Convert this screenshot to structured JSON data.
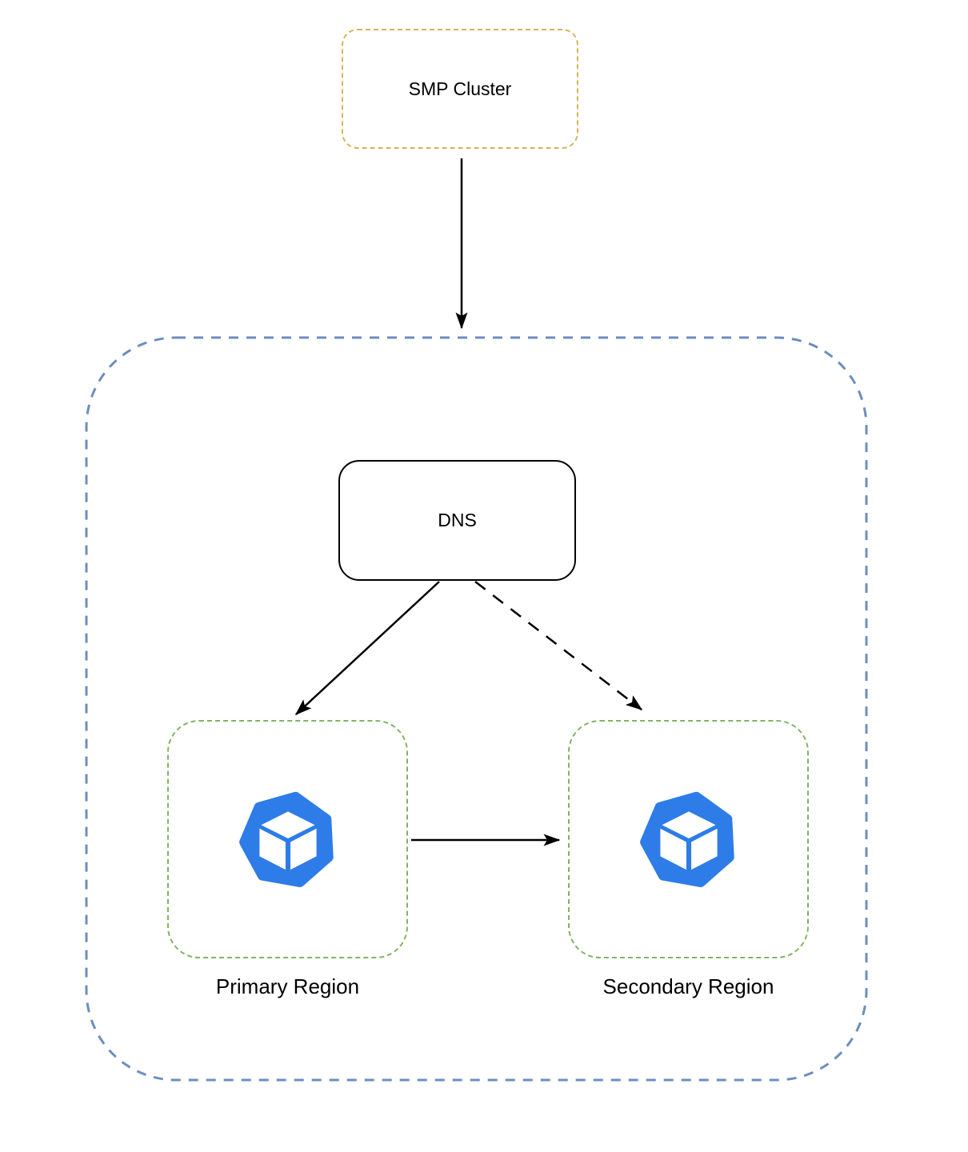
{
  "nodes": {
    "smp_cluster": {
      "label": "SMP Cluster"
    },
    "dns": {
      "label": "DNS"
    },
    "primary_region": {
      "label": "Primary Region"
    },
    "secondary_region": {
      "label": "Secondary Region"
    }
  },
  "edges": [
    {
      "from": "smp_cluster",
      "to": "dns_zone_container",
      "style": "solid",
      "direction": "down"
    },
    {
      "from": "dns",
      "to": "primary_region",
      "style": "solid",
      "direction": "down-left"
    },
    {
      "from": "dns",
      "to": "secondary_region",
      "style": "dashed",
      "direction": "down-right"
    },
    {
      "from": "primary_region",
      "to": "secondary_region",
      "style": "solid",
      "direction": "right"
    }
  ],
  "icons": {
    "primary_region": "cube-icon",
    "secondary_region": "cube-icon"
  },
  "colors": {
    "background": "#ffffff",
    "smp-border": "#d6b656",
    "container-border": "#6c8ebf",
    "region-border": "#82b366",
    "dns-border": "#000000",
    "arrow": "#000000",
    "icon-blue": "#2e7ce8"
  }
}
